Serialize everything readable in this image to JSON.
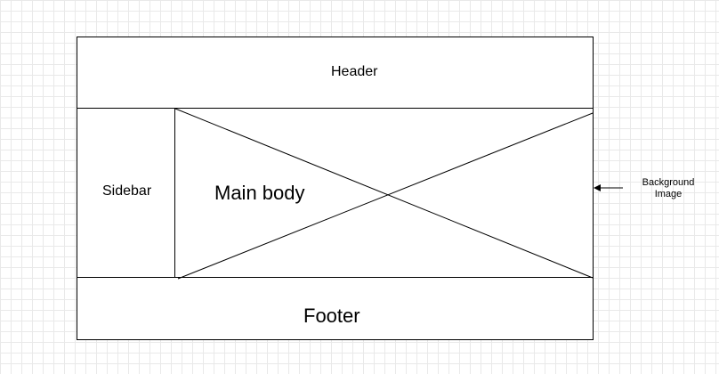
{
  "diagram": {
    "header_label": "Header",
    "sidebar_label": "Sidebar",
    "main_label": "Main body",
    "footer_label": "Footer",
    "annotation": {
      "line1": "Background",
      "line2": "Image"
    }
  },
  "colors": {
    "stroke": "#000000",
    "fill": "#ffffff",
    "grid": "#e9e9e9"
  }
}
